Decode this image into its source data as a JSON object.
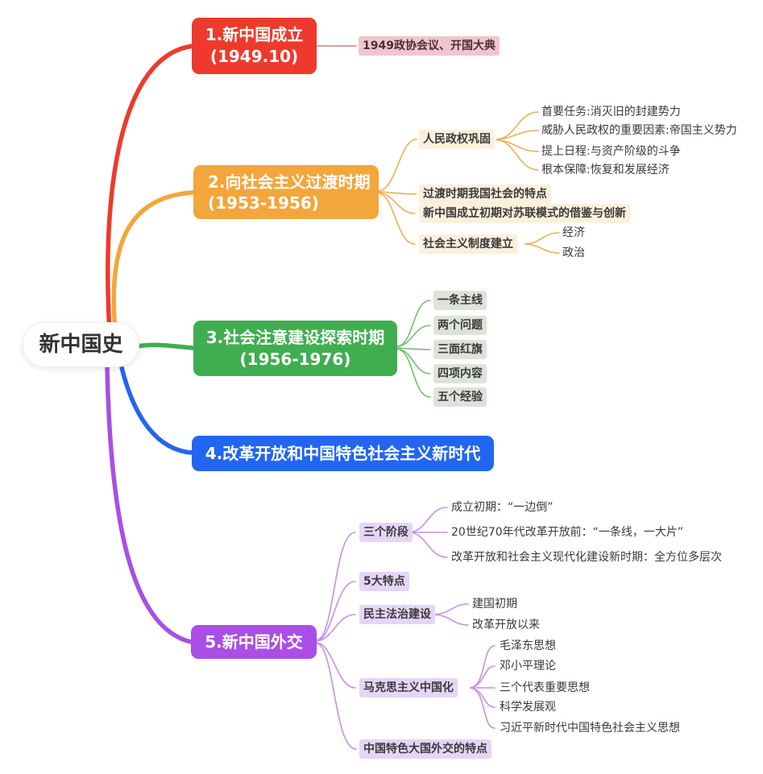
{
  "root": {
    "label": "新中国史"
  },
  "colors": {
    "branch1": "#ee3a2c",
    "branch2": "#f2a63b",
    "branch3": "#3fae50",
    "branch4": "#2265f1",
    "branch5": "#a94fe5",
    "highlight_pink": "#f2c5ce",
    "highlight_cream": "#fbf0dc",
    "highlight_green": "#dde3da",
    "highlight_purple": "#e6d5f7"
  },
  "branch1": {
    "line1": "1.新中国成立",
    "line2": "(1949.10)",
    "child": "1949政协会议、开国大典"
  },
  "branch2": {
    "line1": "2.向社会主义过渡时期",
    "line2": "(1953-1956)",
    "topics": [
      {
        "label": "人民政权巩固",
        "items": [
          "首要任务:消灭旧的封建势力",
          "威胁人民政权的重要因素:帝国主义势力",
          "提上日程:与资产阶级的斗争",
          "根本保障:恢复和发展经济"
        ]
      },
      {
        "label": "过渡时期我国社会的特点"
      },
      {
        "label": "新中国成立初期对苏联模式的借鉴与创新"
      },
      {
        "label": "社会主义制度建立",
        "items": [
          "经济",
          "政治"
        ]
      }
    ]
  },
  "branch3": {
    "line1": "3.社会注意建设探索时期",
    "line2": "(1956-1976)",
    "topics": [
      "一条主线",
      "两个问题",
      "三面红旗",
      "四项内容",
      "五个经验"
    ]
  },
  "branch4": {
    "label": "4.改革开放和中国特色社会主义新时代"
  },
  "branch5": {
    "label": "5.新中国外交",
    "topics": [
      {
        "label": "三个阶段",
        "items": [
          "成立初期：“一边倒”",
          "20世纪70年代改革开放前：“一条线，一大片”",
          "改革开放和社会主义现代化建设新时期：全方位多层次"
        ]
      },
      {
        "label": "5大特点"
      },
      {
        "label": "民主法治建设",
        "items": [
          "建国初期",
          "改革开放以来"
        ]
      },
      {
        "label": "马克思主义中国化",
        "items": [
          "毛泽东思想",
          "邓小平理论",
          "三个代表重要思想",
          "科学发展观",
          "习近平新时代中国特色社会主义思想"
        ]
      },
      {
        "label": "中国特色大国外交的特点"
      }
    ]
  }
}
